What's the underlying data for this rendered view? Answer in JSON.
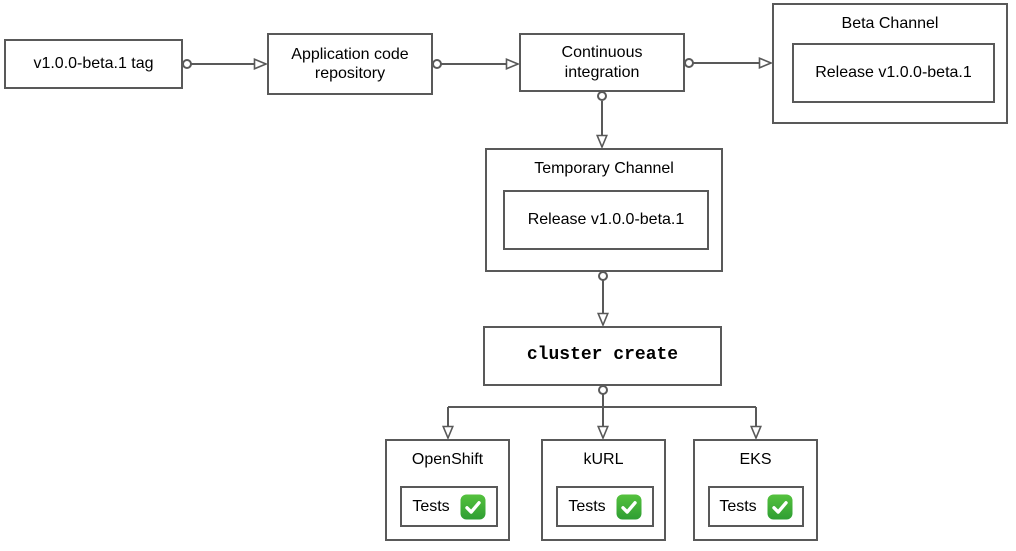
{
  "diagram": {
    "background_color": "#ffffff",
    "stroke_color": "#595959",
    "text_color": "#000000",
    "nodes": {
      "tag": {
        "label": "v1.0.0-beta.1 tag"
      },
      "app_repo": {
        "label": "Application code repository"
      },
      "ci": {
        "label": "Continuous integration"
      },
      "beta_channel": {
        "label": "Beta Channel",
        "release_label": "Release v1.0.0-beta.1"
      },
      "temp_channel": {
        "label": "Temporary Channel",
        "release_label": "Release v1.0.0-beta.1"
      },
      "cluster_create": {
        "label": "cluster create"
      },
      "openshift": {
        "label": "OpenShift",
        "tests_label": "Tests"
      },
      "kurl": {
        "label": "kURL",
        "tests_label": "Tests"
      },
      "eks": {
        "label": "EKS",
        "tests_label": "Tests"
      }
    },
    "icons": {
      "check": {
        "name": "check-icon",
        "glyph": "✅",
        "fill": "#3aa93a",
        "mark_color": "#ffffff"
      }
    },
    "connectors": [
      {
        "from": "tag",
        "to": "app_repo"
      },
      {
        "from": "app_repo",
        "to": "ci"
      },
      {
        "from": "ci",
        "to": "beta_channel"
      },
      {
        "from": "ci",
        "to": "temp_channel"
      },
      {
        "from": "temp_channel",
        "to": "cluster_create"
      },
      {
        "from": "cluster_create",
        "to": "openshift"
      },
      {
        "from": "cluster_create",
        "to": "kurl"
      },
      {
        "from": "cluster_create",
        "to": "eks"
      }
    ]
  }
}
